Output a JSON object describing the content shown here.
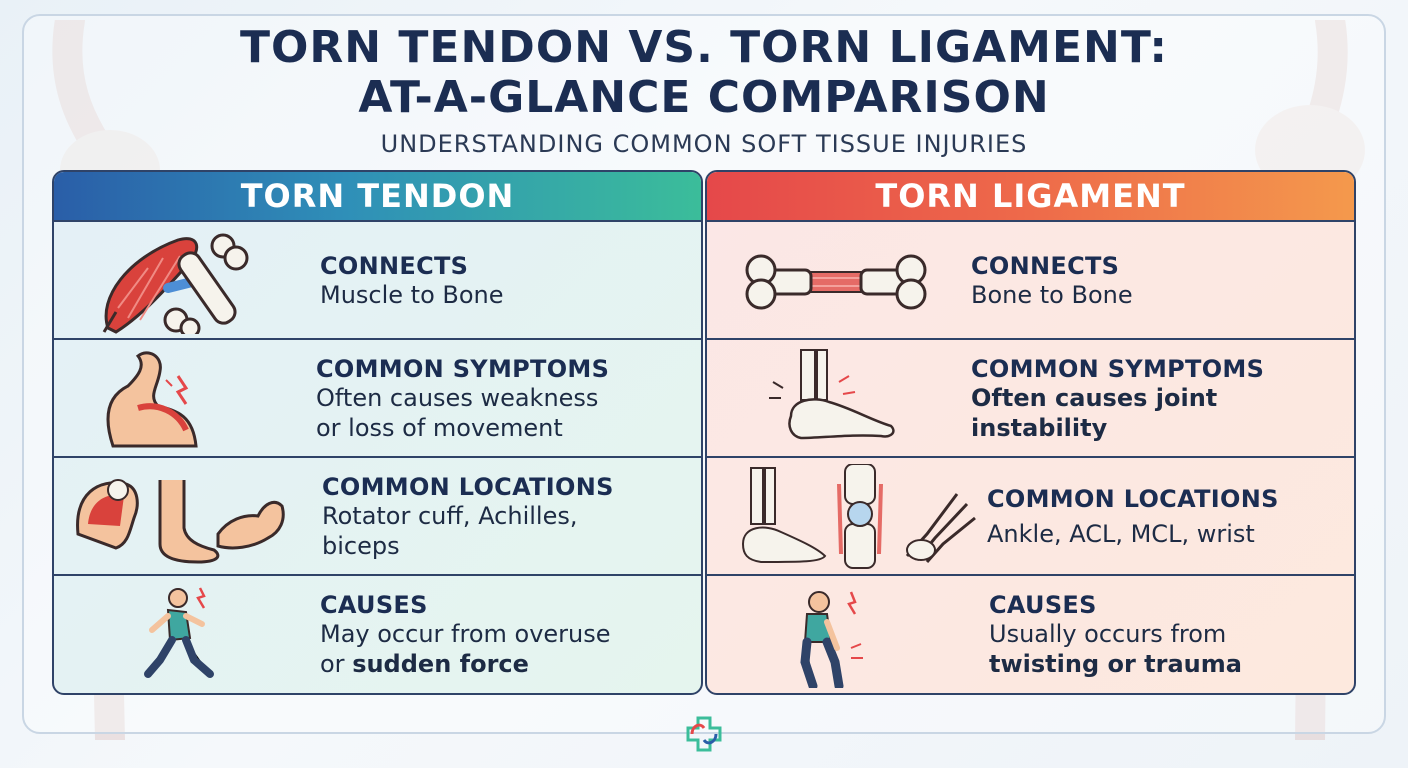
{
  "header": {
    "title_line1": "TORN TENDON VS. TORN LIGAMENT:",
    "title_line2": "AT-A-GLANCE COMPARISON",
    "subtitle": "UNDERSTANDING COMMON SOFT TISSUE INJURIES"
  },
  "colors": {
    "title": "#1b2d52",
    "tendon_header_start": "#2a5ea8",
    "tendon_header_end": "#3bbd9a",
    "ligament_header_start": "#e5484a",
    "ligament_header_end": "#f4994c",
    "border": "#2f4368"
  },
  "tendon": {
    "heading": "TORN TENDON",
    "rows": [
      {
        "label": "CONNECTS",
        "line1": "Muscle to Bone",
        "line2": "",
        "icon": "muscle-bone-icon"
      },
      {
        "label": "COMMON SYMPTOMS",
        "line1": "Often causes weakness",
        "line2": "or loss of movement",
        "icon": "flexed-arm-pain-icon"
      },
      {
        "label": "COMMON LOCATIONS",
        "line1": "Rotator cuff, Achilles,",
        "line2": "biceps",
        "icon": "shoulder-foot-arm-icon"
      },
      {
        "label": "CAUSES",
        "line1": "May occur from overuse",
        "line2_prefix": "or ",
        "line2_bold": "sudden force",
        "icon": "running-person-icon"
      }
    ]
  },
  "ligament": {
    "heading": "TORN LIGAMENT",
    "rows": [
      {
        "label": "CONNECTS",
        "line1": "Bone to Bone",
        "line2": "",
        "icon": "bone-ligament-icon"
      },
      {
        "label": "COMMON SYMPTOMS",
        "line1": "Often causes joint",
        "line2": "instability",
        "icon": "ankle-pain-icon"
      },
      {
        "label": "COMMON LOCATIONS",
        "line1": "Ankle, ACL, MCL, wrist",
        "line2": "",
        "icon": "ankle-knee-wrist-icon"
      },
      {
        "label": "CAUSES",
        "line1": "Usually occurs from",
        "line2": "twisting or trauma",
        "icon": "knee-injury-person-icon"
      }
    ]
  }
}
